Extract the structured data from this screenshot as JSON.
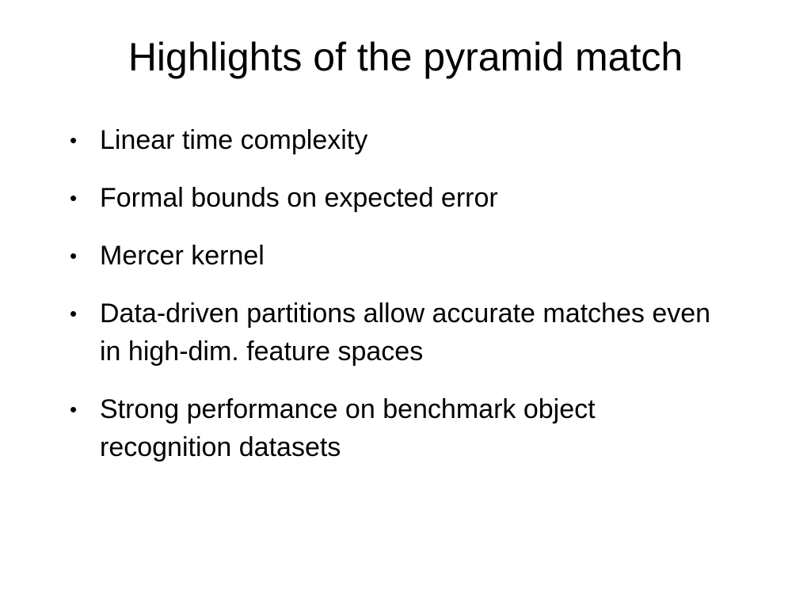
{
  "slide": {
    "title": "Highlights of the pyramid match",
    "bullets": [
      "Linear time complexity",
      "Formal bounds on expected error",
      "Mercer kernel",
      "Data-driven partitions allow accurate matches even in high-dim. feature spaces",
      "Strong performance on benchmark object recognition datasets"
    ],
    "bullet_symbol": "•",
    "background_color": "#ffffff",
    "text_color": "#000000"
  }
}
